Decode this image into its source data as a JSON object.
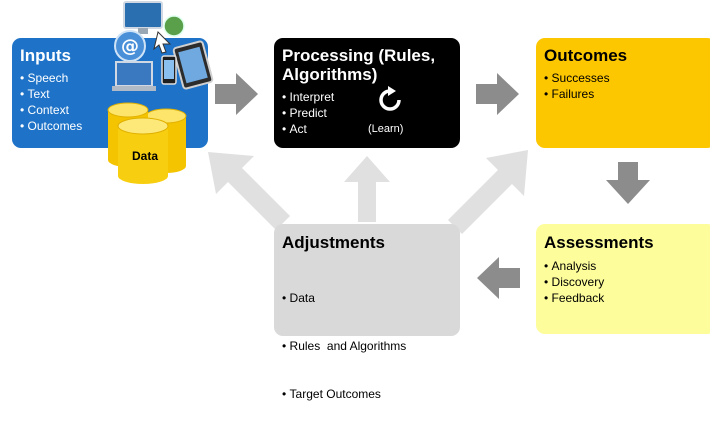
{
  "inputs": {
    "title": "Inputs",
    "items": [
      "Speech",
      "Text",
      "Context",
      "Outcomes"
    ],
    "data_label": "Data"
  },
  "processing": {
    "title_line1": "Processing (Rules,",
    "title_line2": "Algorithms)",
    "items": [
      "Interpret",
      "Predict",
      "Act"
    ],
    "learn_label": "(Learn)"
  },
  "outcomes": {
    "title": "Outcomes",
    "items": [
      "Successes",
      "Failures"
    ]
  },
  "assessments": {
    "title": "Assessments",
    "items": [
      "Analysis",
      "Discovery",
      "Feedback"
    ]
  },
  "adjustments": {
    "title": "Adjustments",
    "items": [
      "Data",
      "Rules  and Algorithms",
      "Target Outcomes"
    ]
  },
  "colors": {
    "inputs": "#1e73c8",
    "processing": "#000000",
    "outcomes": "#fdc700",
    "assessments": "#fdfd9b",
    "adjustments": "#d9d9d9",
    "arrow_dark": "#8c8c8c",
    "arrow_light": "#e0e0e0"
  }
}
